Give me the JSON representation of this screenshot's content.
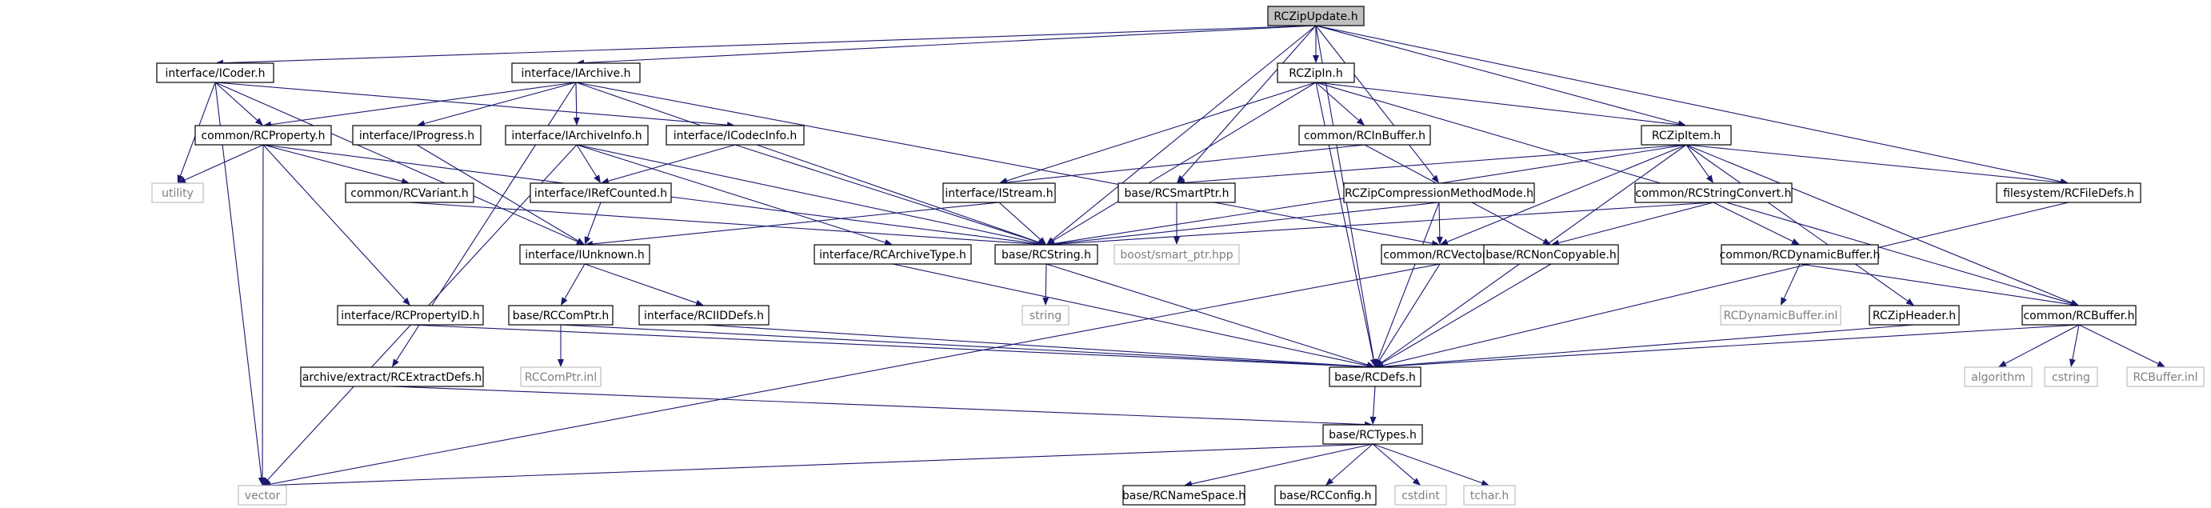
{
  "nodes": [
    {
      "id": "RCZipUpdate.h",
      "kind": "root"
    },
    {
      "id": "interface/ICoder.h",
      "kind": "box"
    },
    {
      "id": "interface/IArchive.h",
      "kind": "box"
    },
    {
      "id": "RCZipIn.h",
      "kind": "box"
    },
    {
      "id": "common/RCProperty.h",
      "kind": "box"
    },
    {
      "id": "interface/IProgress.h",
      "kind": "box"
    },
    {
      "id": "interface/IArchiveInfo.h",
      "kind": "box"
    },
    {
      "id": "interface/ICodecInfo.h",
      "kind": "box"
    },
    {
      "id": "common/RCInBuffer.h",
      "kind": "box"
    },
    {
      "id": "RCZipItem.h",
      "kind": "box"
    },
    {
      "id": "utility",
      "kind": "ext"
    },
    {
      "id": "common/RCVariant.h",
      "kind": "box"
    },
    {
      "id": "interface/IRefCounted.h",
      "kind": "box"
    },
    {
      "id": "interface/IStream.h",
      "kind": "box"
    },
    {
      "id": "base/RCSmartPtr.h",
      "kind": "box"
    },
    {
      "id": "RCZipCompressionMethodMode.h",
      "kind": "box"
    },
    {
      "id": "common/RCStringConvert.h",
      "kind": "box"
    },
    {
      "id": "filesystem/RCFileDefs.h",
      "kind": "box"
    },
    {
      "id": "interface/IUnknown.h",
      "kind": "box"
    },
    {
      "id": "interface/RCArchiveType.h",
      "kind": "box"
    },
    {
      "id": "base/RCString.h",
      "kind": "box"
    },
    {
      "id": "boost/smart_ptr.hpp",
      "kind": "ext"
    },
    {
      "id": "common/RCVector.h",
      "kind": "box"
    },
    {
      "id": "base/RCNonCopyable.h",
      "kind": "box"
    },
    {
      "id": "common/RCDynamicBuffer.h",
      "kind": "box"
    },
    {
      "id": "interface/RCPropertyID.h",
      "kind": "box"
    },
    {
      "id": "base/RCComPtr.h",
      "kind": "box"
    },
    {
      "id": "interface/RCIIDDefs.h",
      "kind": "box"
    },
    {
      "id": "string",
      "kind": "ext"
    },
    {
      "id": "RCDynamicBuffer.inl",
      "kind": "ext"
    },
    {
      "id": "RCZipHeader.h",
      "kind": "box"
    },
    {
      "id": "common/RCBuffer.h",
      "kind": "box"
    },
    {
      "id": "archive/extract/RCExtractDefs.h",
      "kind": "box"
    },
    {
      "id": "RCComPtr.inl",
      "kind": "ext"
    },
    {
      "id": "base/RCDefs.h",
      "kind": "box"
    },
    {
      "id": "algorithm",
      "kind": "ext"
    },
    {
      "id": "cstring",
      "kind": "ext"
    },
    {
      "id": "RCBuffer.inl",
      "kind": "ext"
    },
    {
      "id": "base/RCTypes.h",
      "kind": "box"
    },
    {
      "id": "vector",
      "kind": "ext"
    },
    {
      "id": "base/RCNameSpace.h",
      "kind": "box"
    },
    {
      "id": "base/RCConfig.h",
      "kind": "box"
    },
    {
      "id": "cstdint",
      "kind": "ext"
    },
    {
      "id": "tchar.h",
      "kind": "ext"
    }
  ],
  "edges": [
    [
      "RCZipUpdate.h",
      "interface/ICoder.h"
    ],
    [
      "RCZipUpdate.h",
      "interface/IArchive.h"
    ],
    [
      "RCZipUpdate.h",
      "RCZipIn.h"
    ],
    [
      "RCZipUpdate.h",
      "RCZipItem.h"
    ],
    [
      "RCZipUpdate.h",
      "base/RCSmartPtr.h"
    ],
    [
      "RCZipUpdate.h",
      "RCZipCompressionMethodMode.h"
    ],
    [
      "RCZipUpdate.h",
      "filesystem/RCFileDefs.h"
    ],
    [
      "RCZipUpdate.h",
      "base/RCString.h"
    ],
    [
      "RCZipUpdate.h",
      "base/RCDefs.h"
    ],
    [
      "interface/ICoder.h",
      "common/RCProperty.h"
    ],
    [
      "interface/ICoder.h",
      "interface/ICodecInfo.h"
    ],
    [
      "interface/ICoder.h",
      "utility"
    ],
    [
      "interface/ICoder.h",
      "interface/IUnknown.h"
    ],
    [
      "interface/ICoder.h",
      "vector"
    ],
    [
      "interface/IArchive.h",
      "common/RCProperty.h"
    ],
    [
      "interface/IArchive.h",
      "interface/IProgress.h"
    ],
    [
      "interface/IArchive.h",
      "interface/IArchiveInfo.h"
    ],
    [
      "interface/IArchive.h",
      "base/RCString.h"
    ],
    [
      "interface/IArchive.h",
      "common/RCVector.h"
    ],
    [
      "interface/IArchive.h",
      "archive/extract/RCExtractDefs.h"
    ],
    [
      "RCZipIn.h",
      "common/RCInBuffer.h"
    ],
    [
      "RCZipIn.h",
      "RCZipItem.h"
    ],
    [
      "RCZipIn.h",
      "interface/IStream.h"
    ],
    [
      "RCZipIn.h",
      "base/RCString.h"
    ],
    [
      "RCZipIn.h",
      "base/RCDefs.h"
    ],
    [
      "RCZipIn.h",
      "common/RCBuffer.h"
    ],
    [
      "common/RCProperty.h",
      "common/RCVariant.h"
    ],
    [
      "common/RCProperty.h",
      "utility"
    ],
    [
      "common/RCProperty.h",
      "base/RCString.h"
    ],
    [
      "common/RCProperty.h",
      "interface/RCPropertyID.h"
    ],
    [
      "common/RCProperty.h",
      "vector"
    ],
    [
      "interface/IProgress.h",
      "interface/IUnknown.h"
    ],
    [
      "interface/IArchiveInfo.h",
      "interface/IRefCounted.h"
    ],
    [
      "interface/IArchiveInfo.h",
      "interface/RCArchiveType.h"
    ],
    [
      "interface/IArchiveInfo.h",
      "base/RCString.h"
    ],
    [
      "interface/IArchiveInfo.h",
      "vector"
    ],
    [
      "interface/ICodecInfo.h",
      "interface/IRefCounted.h"
    ],
    [
      "interface/ICodecInfo.h",
      "base/RCString.h"
    ],
    [
      "common/RCInBuffer.h",
      "interface/IStream.h"
    ],
    [
      "common/RCInBuffer.h",
      "base/RCNonCopyable.h"
    ],
    [
      "RCZipItem.h",
      "base/RCSmartPtr.h"
    ],
    [
      "RCZipItem.h",
      "common/RCStringConvert.h"
    ],
    [
      "RCZipItem.h",
      "filesystem/RCFileDefs.h"
    ],
    [
      "RCZipItem.h",
      "base/RCString.h"
    ],
    [
      "RCZipItem.h",
      "common/RCVector.h"
    ],
    [
      "RCZipItem.h",
      "RCZipHeader.h"
    ],
    [
      "RCZipItem.h",
      "common/RCBuffer.h"
    ],
    [
      "RCZipItem.h",
      "base/RCDefs.h"
    ],
    [
      "common/RCVariant.h",
      "base/RCString.h"
    ],
    [
      "interface/IRefCounted.h",
      "interface/IUnknown.h"
    ],
    [
      "interface/IStream.h",
      "interface/IUnknown.h"
    ],
    [
      "interface/IStream.h",
      "base/RCString.h"
    ],
    [
      "base/RCSmartPtr.h",
      "boost/smart_ptr.hpp"
    ],
    [
      "RCZipCompressionMethodMode.h",
      "common/RCVector.h"
    ],
    [
      "RCZipCompressionMethodMode.h",
      "base/RCString.h"
    ],
    [
      "RCZipCompressionMethodMode.h",
      "base/RCDefs.h"
    ],
    [
      "common/RCStringConvert.h",
      "base/RCString.h"
    ],
    [
      "common/RCStringConvert.h",
      "base/RCNonCopyable.h"
    ],
    [
      "common/RCStringConvert.h",
      "common/RCDynamicBuffer.h"
    ],
    [
      "filesystem/RCFileDefs.h",
      "base/RCDefs.h"
    ],
    [
      "interface/IUnknown.h",
      "base/RCComPtr.h"
    ],
    [
      "interface/IUnknown.h",
      "interface/RCIIDDefs.h"
    ],
    [
      "interface/RCArchiveType.h",
      "base/RCDefs.h"
    ],
    [
      "base/RCString.h",
      "string"
    ],
    [
      "base/RCString.h",
      "base/RCDefs.h"
    ],
    [
      "common/RCVector.h",
      "base/RCDefs.h"
    ],
    [
      "common/RCVector.h",
      "vector"
    ],
    [
      "base/RCNonCopyable.h",
      "base/RCDefs.h"
    ],
    [
      "common/RCDynamicBuffer.h",
      "RCDynamicBuffer.inl"
    ],
    [
      "common/RCDynamicBuffer.h",
      "common/RCBuffer.h"
    ],
    [
      "interface/RCPropertyID.h",
      "base/RCDefs.h"
    ],
    [
      "base/RCComPtr.h",
      "RCComPtr.inl"
    ],
    [
      "base/RCComPtr.h",
      "base/RCDefs.h"
    ],
    [
      "interface/RCIIDDefs.h",
      "base/RCDefs.h"
    ],
    [
      "RCZipHeader.h",
      "base/RCDefs.h"
    ],
    [
      "common/RCBuffer.h",
      "base/RCDefs.h"
    ],
    [
      "common/RCBuffer.h",
      "algorithm"
    ],
    [
      "common/RCBuffer.h",
      "cstring"
    ],
    [
      "common/RCBuffer.h",
      "RCBuffer.inl"
    ],
    [
      "archive/extract/RCExtractDefs.h",
      "base/RCTypes.h"
    ],
    [
      "base/RCDefs.h",
      "base/RCTypes.h"
    ],
    [
      "base/RCTypes.h",
      "vector"
    ],
    [
      "base/RCTypes.h",
      "base/RCNameSpace.h"
    ],
    [
      "base/RCTypes.h",
      "base/RCConfig.h"
    ],
    [
      "base/RCTypes.h",
      "cstdint"
    ],
    [
      "base/RCTypes.h",
      "tchar.h"
    ]
  ]
}
